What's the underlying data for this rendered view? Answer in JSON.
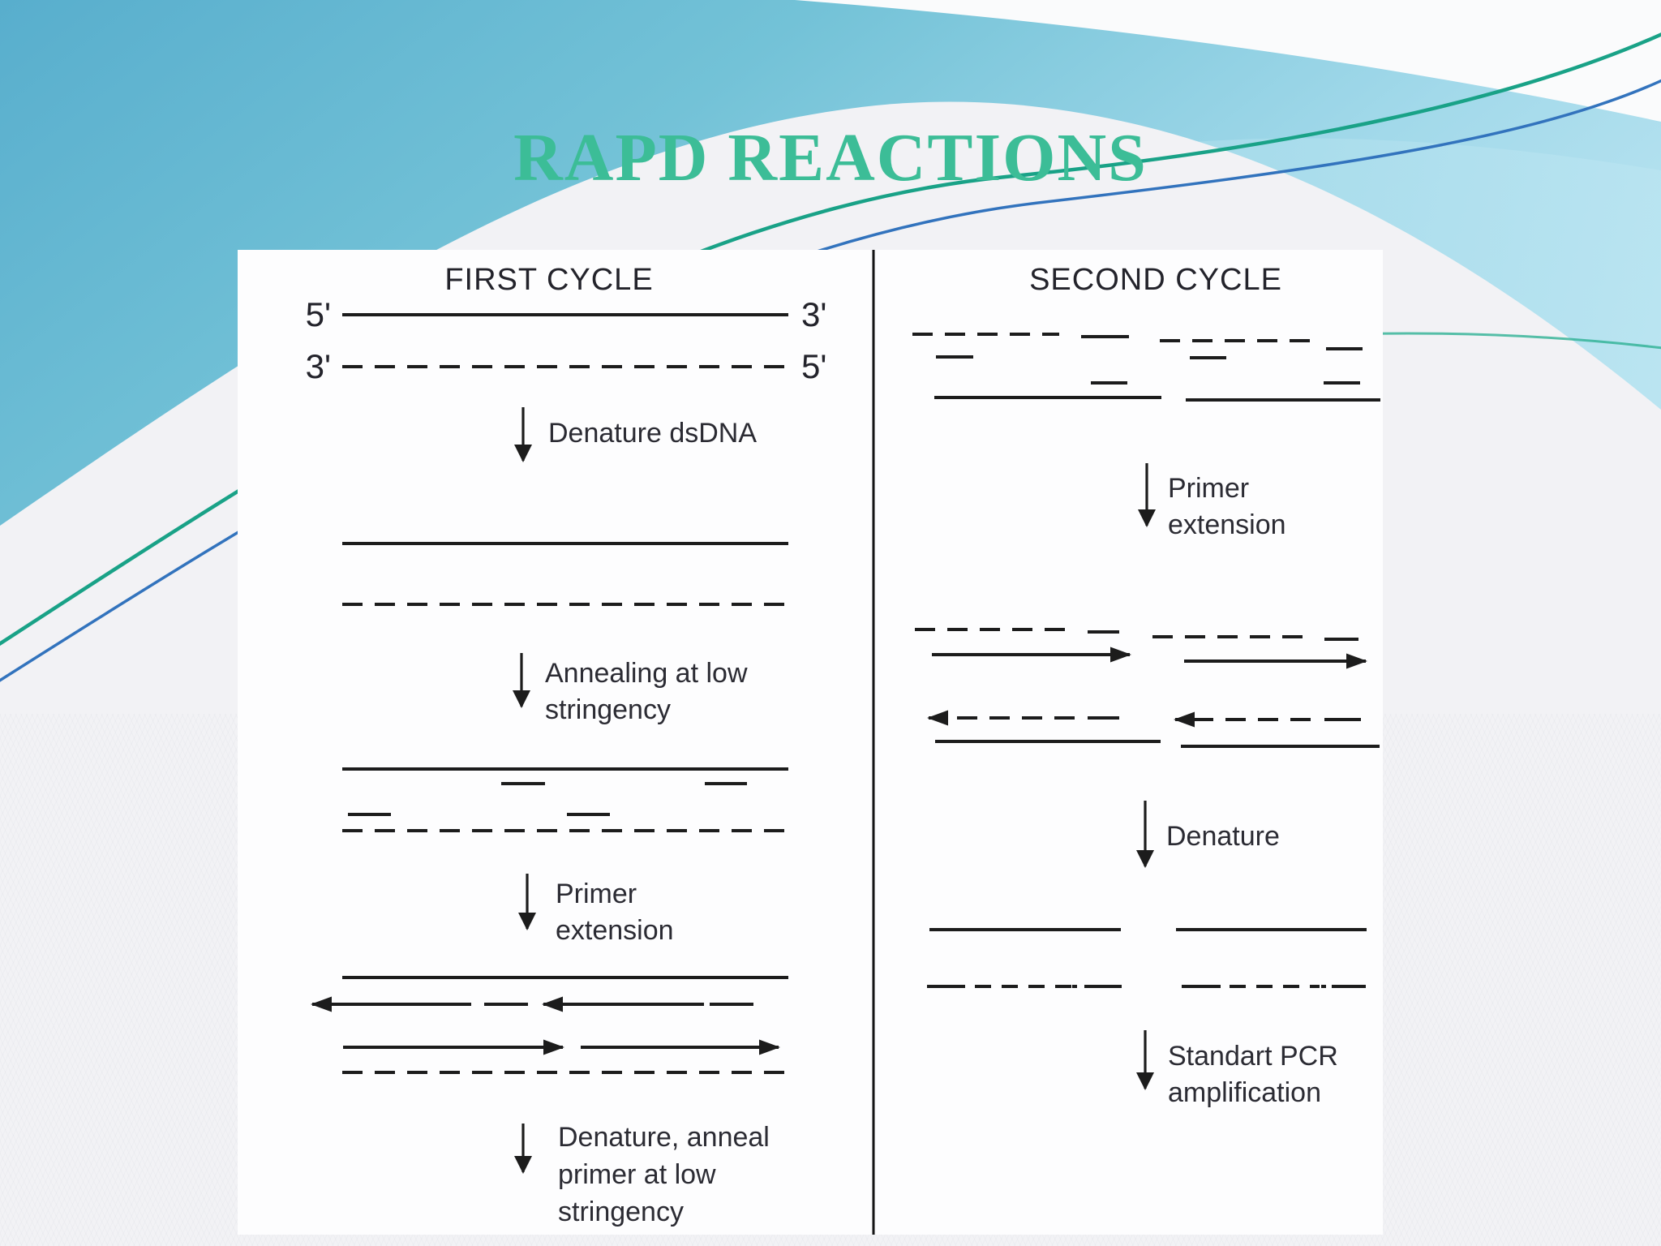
{
  "slide_title": "RAPD REACTIONS",
  "colors": {
    "title_teal": "#3cbd97",
    "label_text": "#2b2b33",
    "diagram_line": "#1c1c1c",
    "panel_bg": "#fdfdfe",
    "page_bg": "#f2f2f5",
    "sky_top": "#58aecd",
    "sky_light": "#b5e3f0",
    "accent_curve_green": "#19a287",
    "accent_curve_blue": "#3273bd"
  },
  "diagram": {
    "first_cycle": {
      "header": "FIRST CYCLE",
      "strand_labels": {
        "top_left": "5'",
        "top_right": "3'",
        "bottom_left": "3'",
        "bottom_right": "5'"
      },
      "steps": [
        {
          "label": "Denature dsDNA",
          "lines": [
            "Denature dsDNA"
          ]
        },
        {
          "label": "Annealing at low stringency",
          "lines": [
            "Annealing at low",
            "stringency"
          ]
        },
        {
          "label": "Primer extension",
          "lines": [
            "Primer",
            "extension"
          ]
        },
        {
          "label": "Denature, anneal primer at low stringency",
          "lines": [
            "Denature, anneal",
            "primer at low",
            "stringency"
          ]
        }
      ]
    },
    "second_cycle": {
      "header": "SECOND CYCLE",
      "steps": [
        {
          "label": "Primer extension",
          "lines": [
            "Primer",
            "extension"
          ]
        },
        {
          "label": "Denature",
          "lines": [
            "Denature"
          ]
        },
        {
          "label": "Standart PCR amplification",
          "lines": [
            "Standart PCR",
            "amplification"
          ]
        }
      ]
    }
  }
}
